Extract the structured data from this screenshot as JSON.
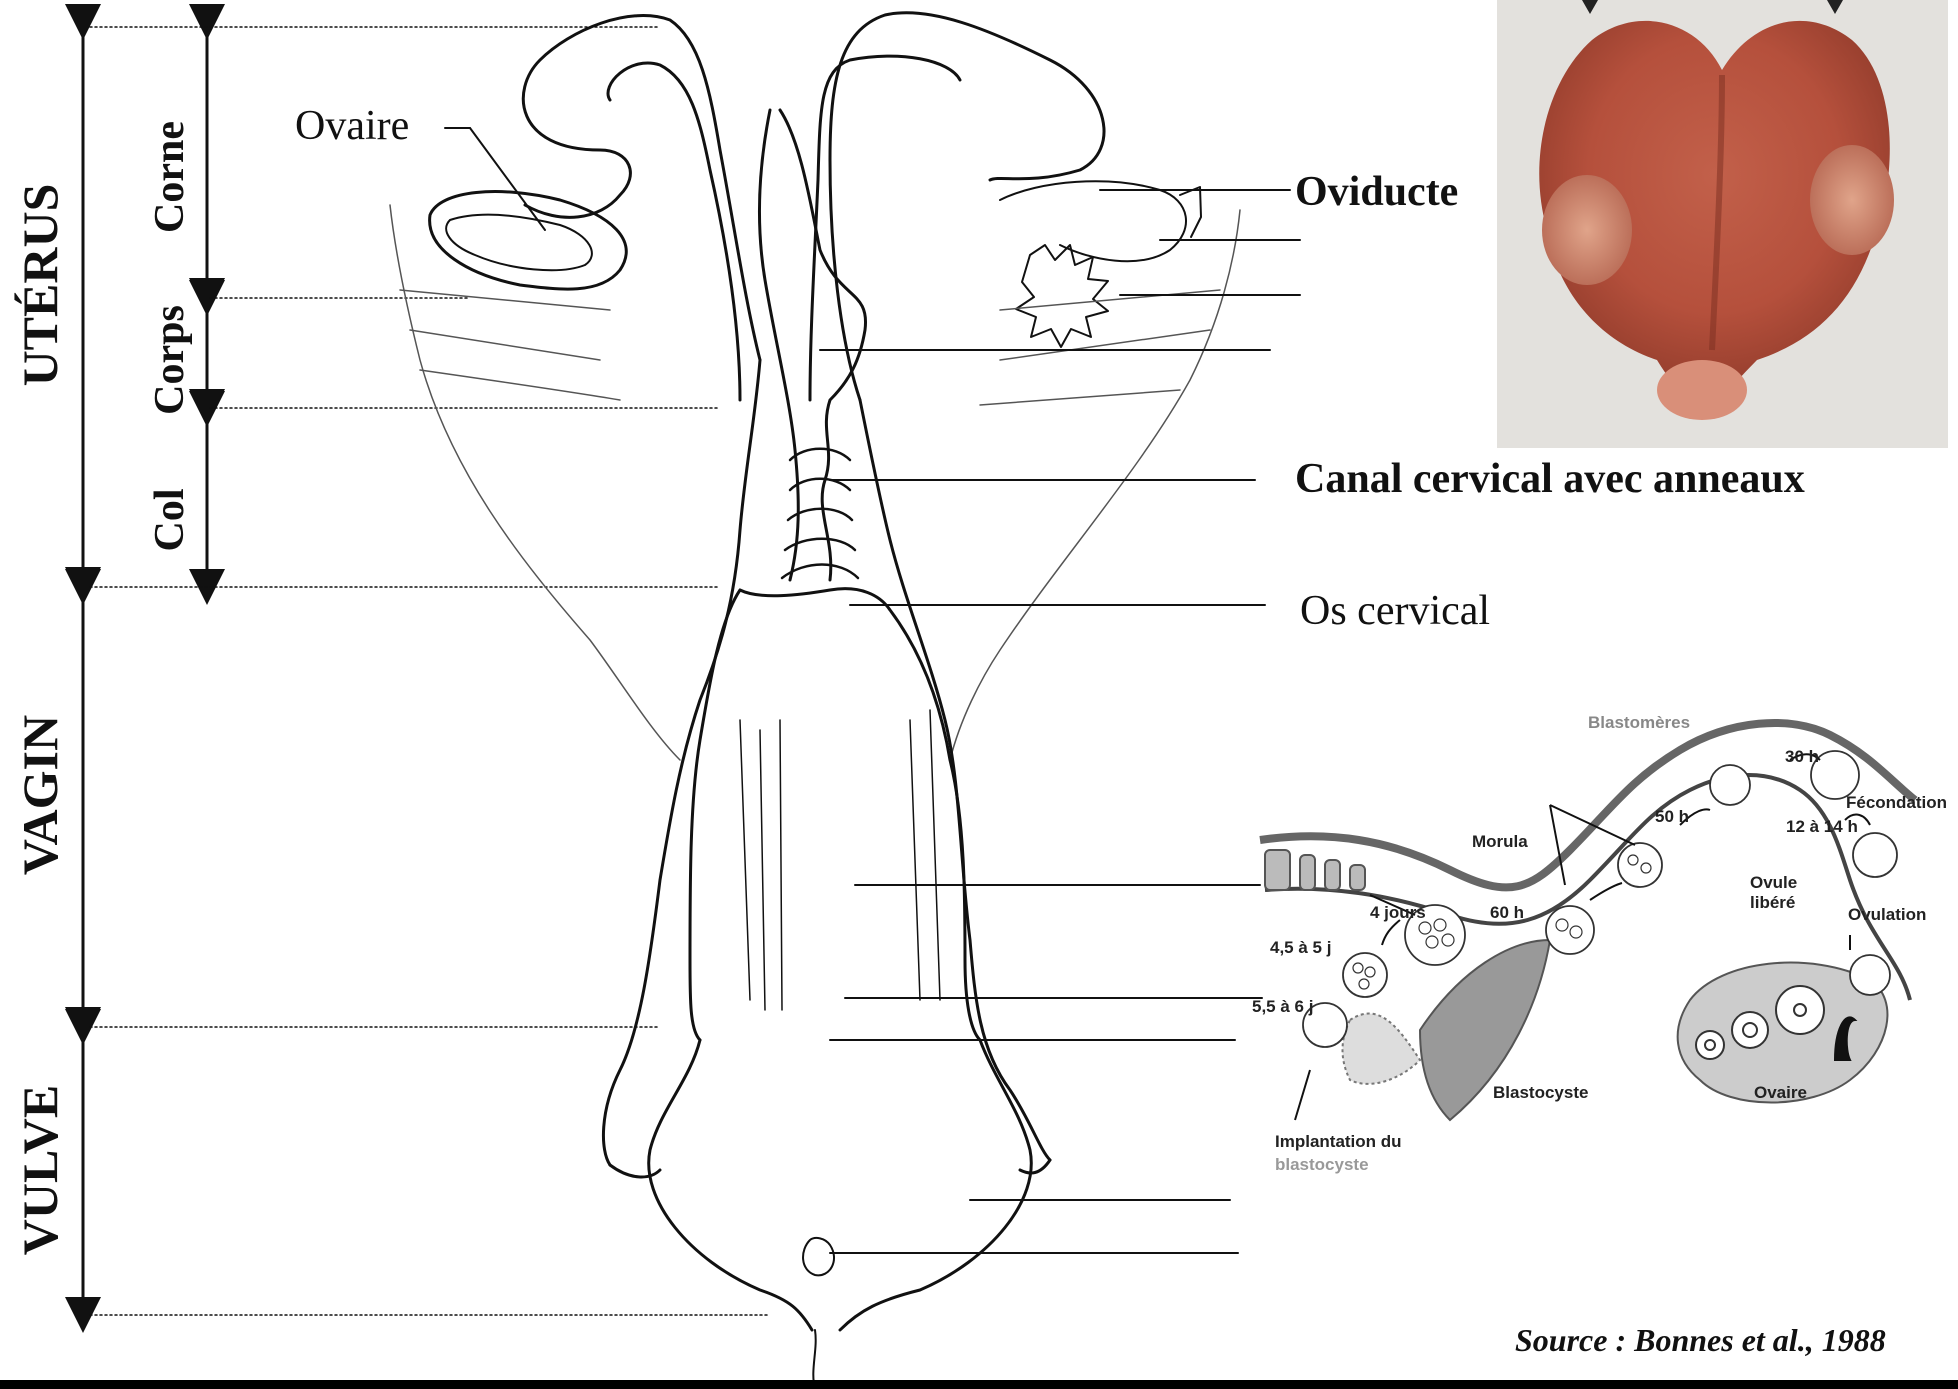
{
  "side_labels": {
    "uterus": "UTÉRUS",
    "vagin": "VAGIN",
    "vulve": "VULVE",
    "corne": "Corne",
    "corps": "Corps",
    "col": "Col"
  },
  "labels": {
    "ovaire": "Ovaire",
    "oviducte": "Oviducte",
    "canal_cervical": "Canal cervical avec anneaux",
    "os_cervical": "Os cervical"
  },
  "source": "Source : Bonnes et al., 1988",
  "inset": {
    "blastomeres": "Blastomères",
    "t30h": "30 h",
    "fecondation": "Fécondation",
    "t12_14h": "12 à 14 h",
    "t50h": "50 h",
    "morula": "Morula",
    "t4jours": "4 jours",
    "t60h": "60 h",
    "ovule_libere_1": "Ovule",
    "ovule_libere_2": "libéré",
    "ovulation": "Ovulation",
    "t45_5j": "4,5 à 5 j",
    "t55_6j": "5,5 à 6 j",
    "blastocyste": "Blastocyste",
    "ovaire": "Ovaire",
    "implantation_1": "Implantation du",
    "implantation_2": "blastocyste"
  },
  "colors": {
    "ink": "#111111",
    "photo_bg": "#e3e1dd",
    "tissue": "#b5503c",
    "tissue_light": "#d9907a"
  }
}
